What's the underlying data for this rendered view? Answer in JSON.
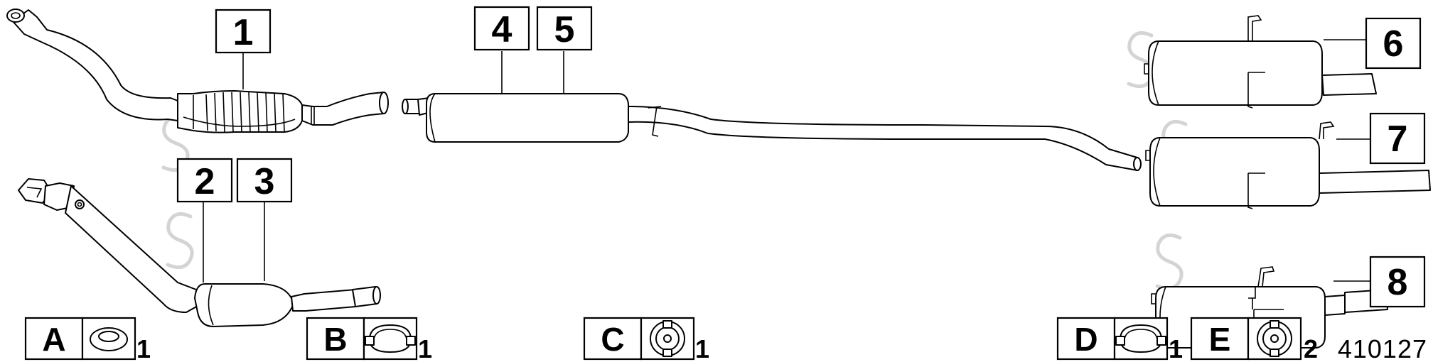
{
  "callouts": {
    "c1": "1",
    "c2": "2",
    "c3": "3",
    "c4": "4",
    "c5": "5",
    "c6": "6",
    "c7": "7",
    "c8": "8"
  },
  "legend": [
    {
      "letter": "A",
      "qty": "1",
      "icon": "gasket-ring-icon"
    },
    {
      "letter": "B",
      "qty": "1",
      "icon": "pipe-clamp-icon"
    },
    {
      "letter": "C",
      "qty": "1",
      "icon": "rubber-mount-icon"
    },
    {
      "letter": "D",
      "qty": "1",
      "icon": "pipe-clamp-icon"
    },
    {
      "letter": "E",
      "qty": "2",
      "icon": "rubber-mount-icon"
    }
  ],
  "reference_number": "410127",
  "watermark_letter": "S"
}
